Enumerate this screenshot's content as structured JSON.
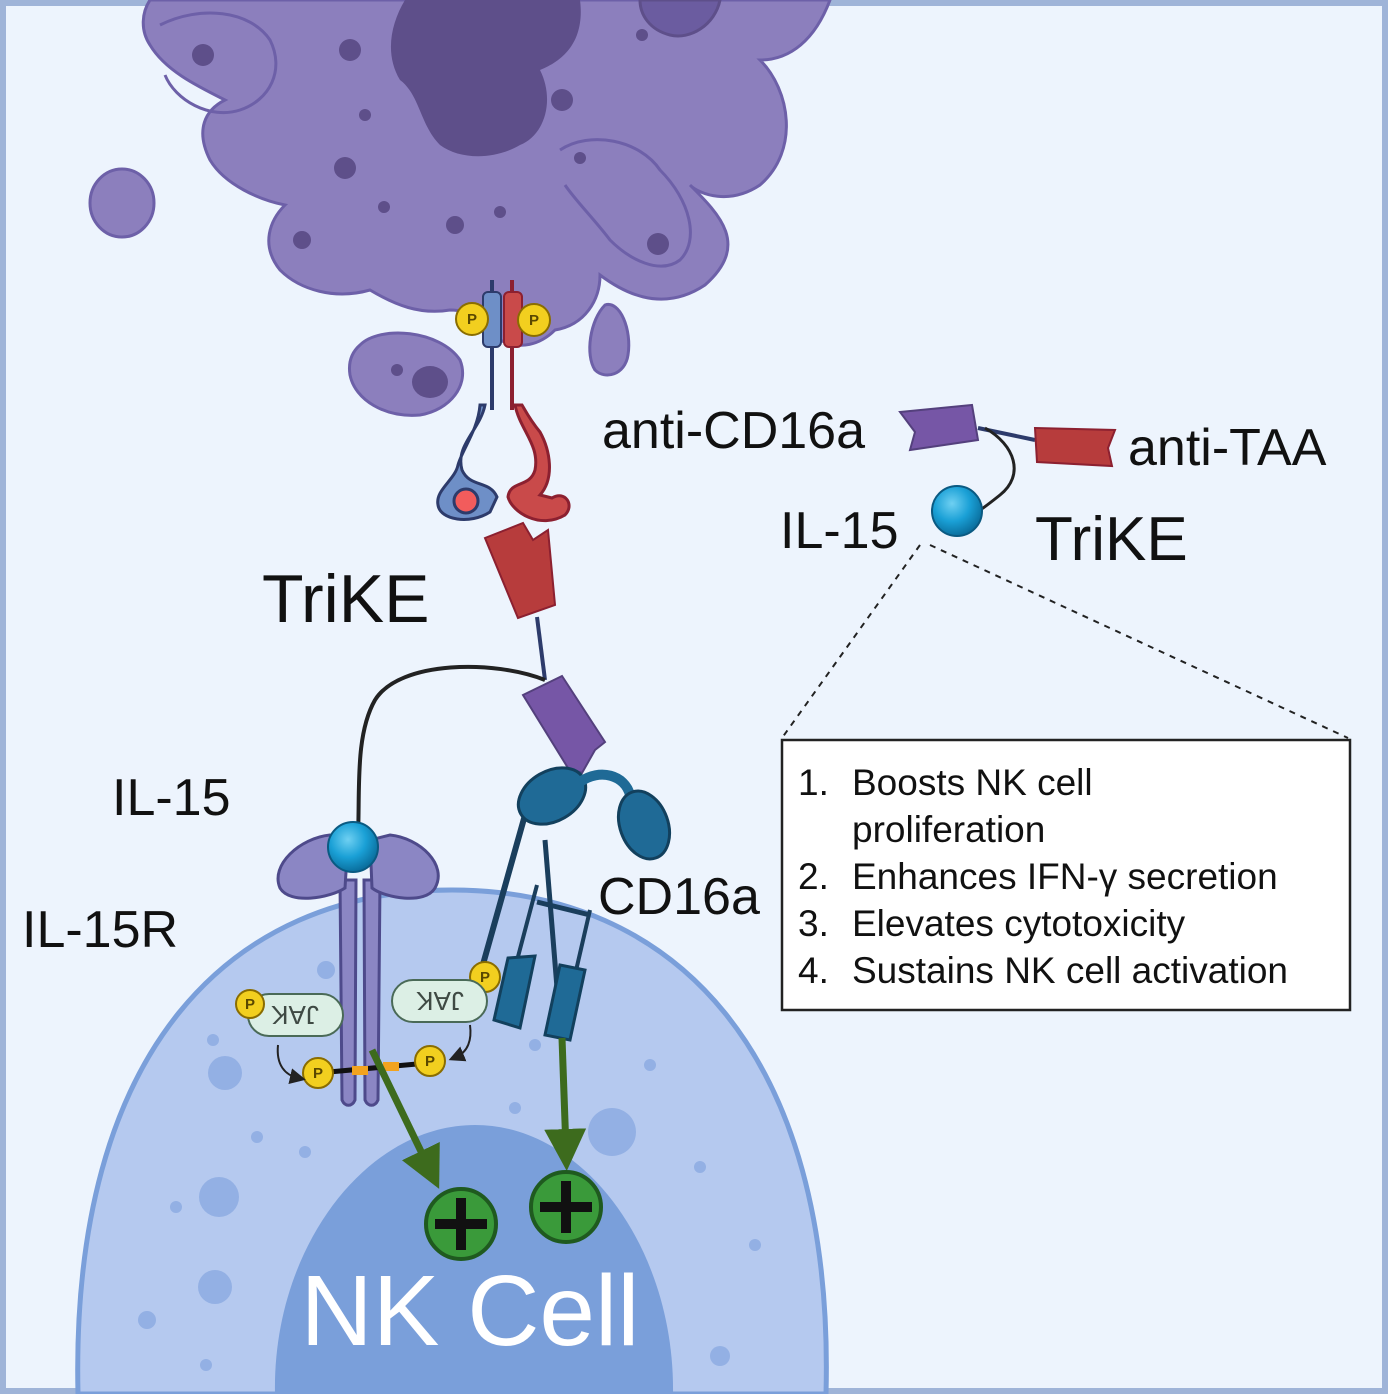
{
  "labels": {
    "trike_main": "TriKE",
    "il15_main": "IL-15",
    "il15r": "IL-15R",
    "cd16a": "CD16a",
    "nk_cell": "NK Cell",
    "anti_cd16a": "anti-CD16a",
    "anti_taa": "anti-TAA",
    "il15_legend": "IL-15",
    "trike_legend": "TriKE"
  },
  "effects": [
    {
      "num": "1.",
      "lines": [
        "Boosts NK cell",
        "proliferation"
      ]
    },
    {
      "num": "2.",
      "lines": [
        "Enhances IFN-γ secretion"
      ]
    },
    {
      "num": "3.",
      "lines": [
        "Elevates cytotoxicity"
      ]
    },
    {
      "num": "4.",
      "lines": [
        "Sustains NK cell activation"
      ]
    }
  ],
  "symbols": {
    "phospho": "P",
    "jak": "JAK",
    "plus_icon": "plus-icon"
  },
  "colors": {
    "background": "#edf4fd",
    "frame": "#9fb4d8",
    "tumor_cell": "#8c7fbd",
    "tumor_nucleus": "#5e4f8a",
    "nk_cytoplasm": "#b5c9ef",
    "nk_nucleus": "#7a9fda",
    "il15": "#1aa0d6",
    "anti_cd16a": "#7656a6",
    "anti_taa": "#b73c3c",
    "cd16a": "#1f6a96",
    "il15r": "#8b86c4",
    "phospho": "#f2cf1f",
    "activation": "#3a9a3a"
  }
}
